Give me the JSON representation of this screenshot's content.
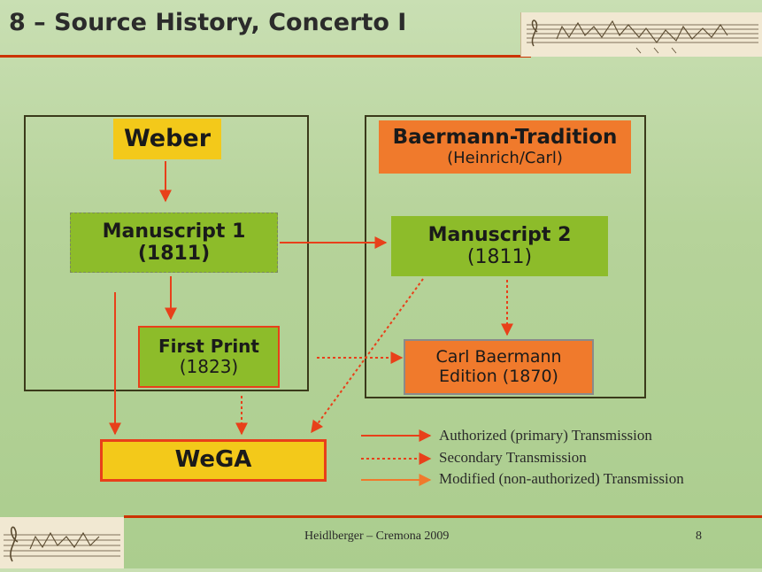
{
  "slide": {
    "title": "8 – Source History, Concerto I",
    "footer_text": "Heidlberger – Cremona 2009",
    "page_number": "8"
  },
  "nodes": {
    "weber": "Weber",
    "baermann_title": "Baermann-Tradition",
    "baermann_sub": "(Heinrich/Carl)",
    "ms1_title": "Manuscript 1",
    "ms1_year": "(1811)",
    "ms2_title": "Manuscript 2",
    "ms2_year": "(1811)",
    "first_print_title": "First Print",
    "first_print_year": "(1823)",
    "carl_line1": "Carl Baermann",
    "carl_line2": "Edition (1870)",
    "wega": "WeGA"
  },
  "legend": {
    "authorized": "Authorized (primary) Transmission",
    "secondary": "Secondary Transmission",
    "modified": "Modified (non-authorized) Transmission"
  },
  "colors": {
    "arrow": "#e8401a",
    "green": "#8dbc2a",
    "yellow": "#f3c91a",
    "orange": "#f07a2c",
    "rule": "#cc3300"
  }
}
